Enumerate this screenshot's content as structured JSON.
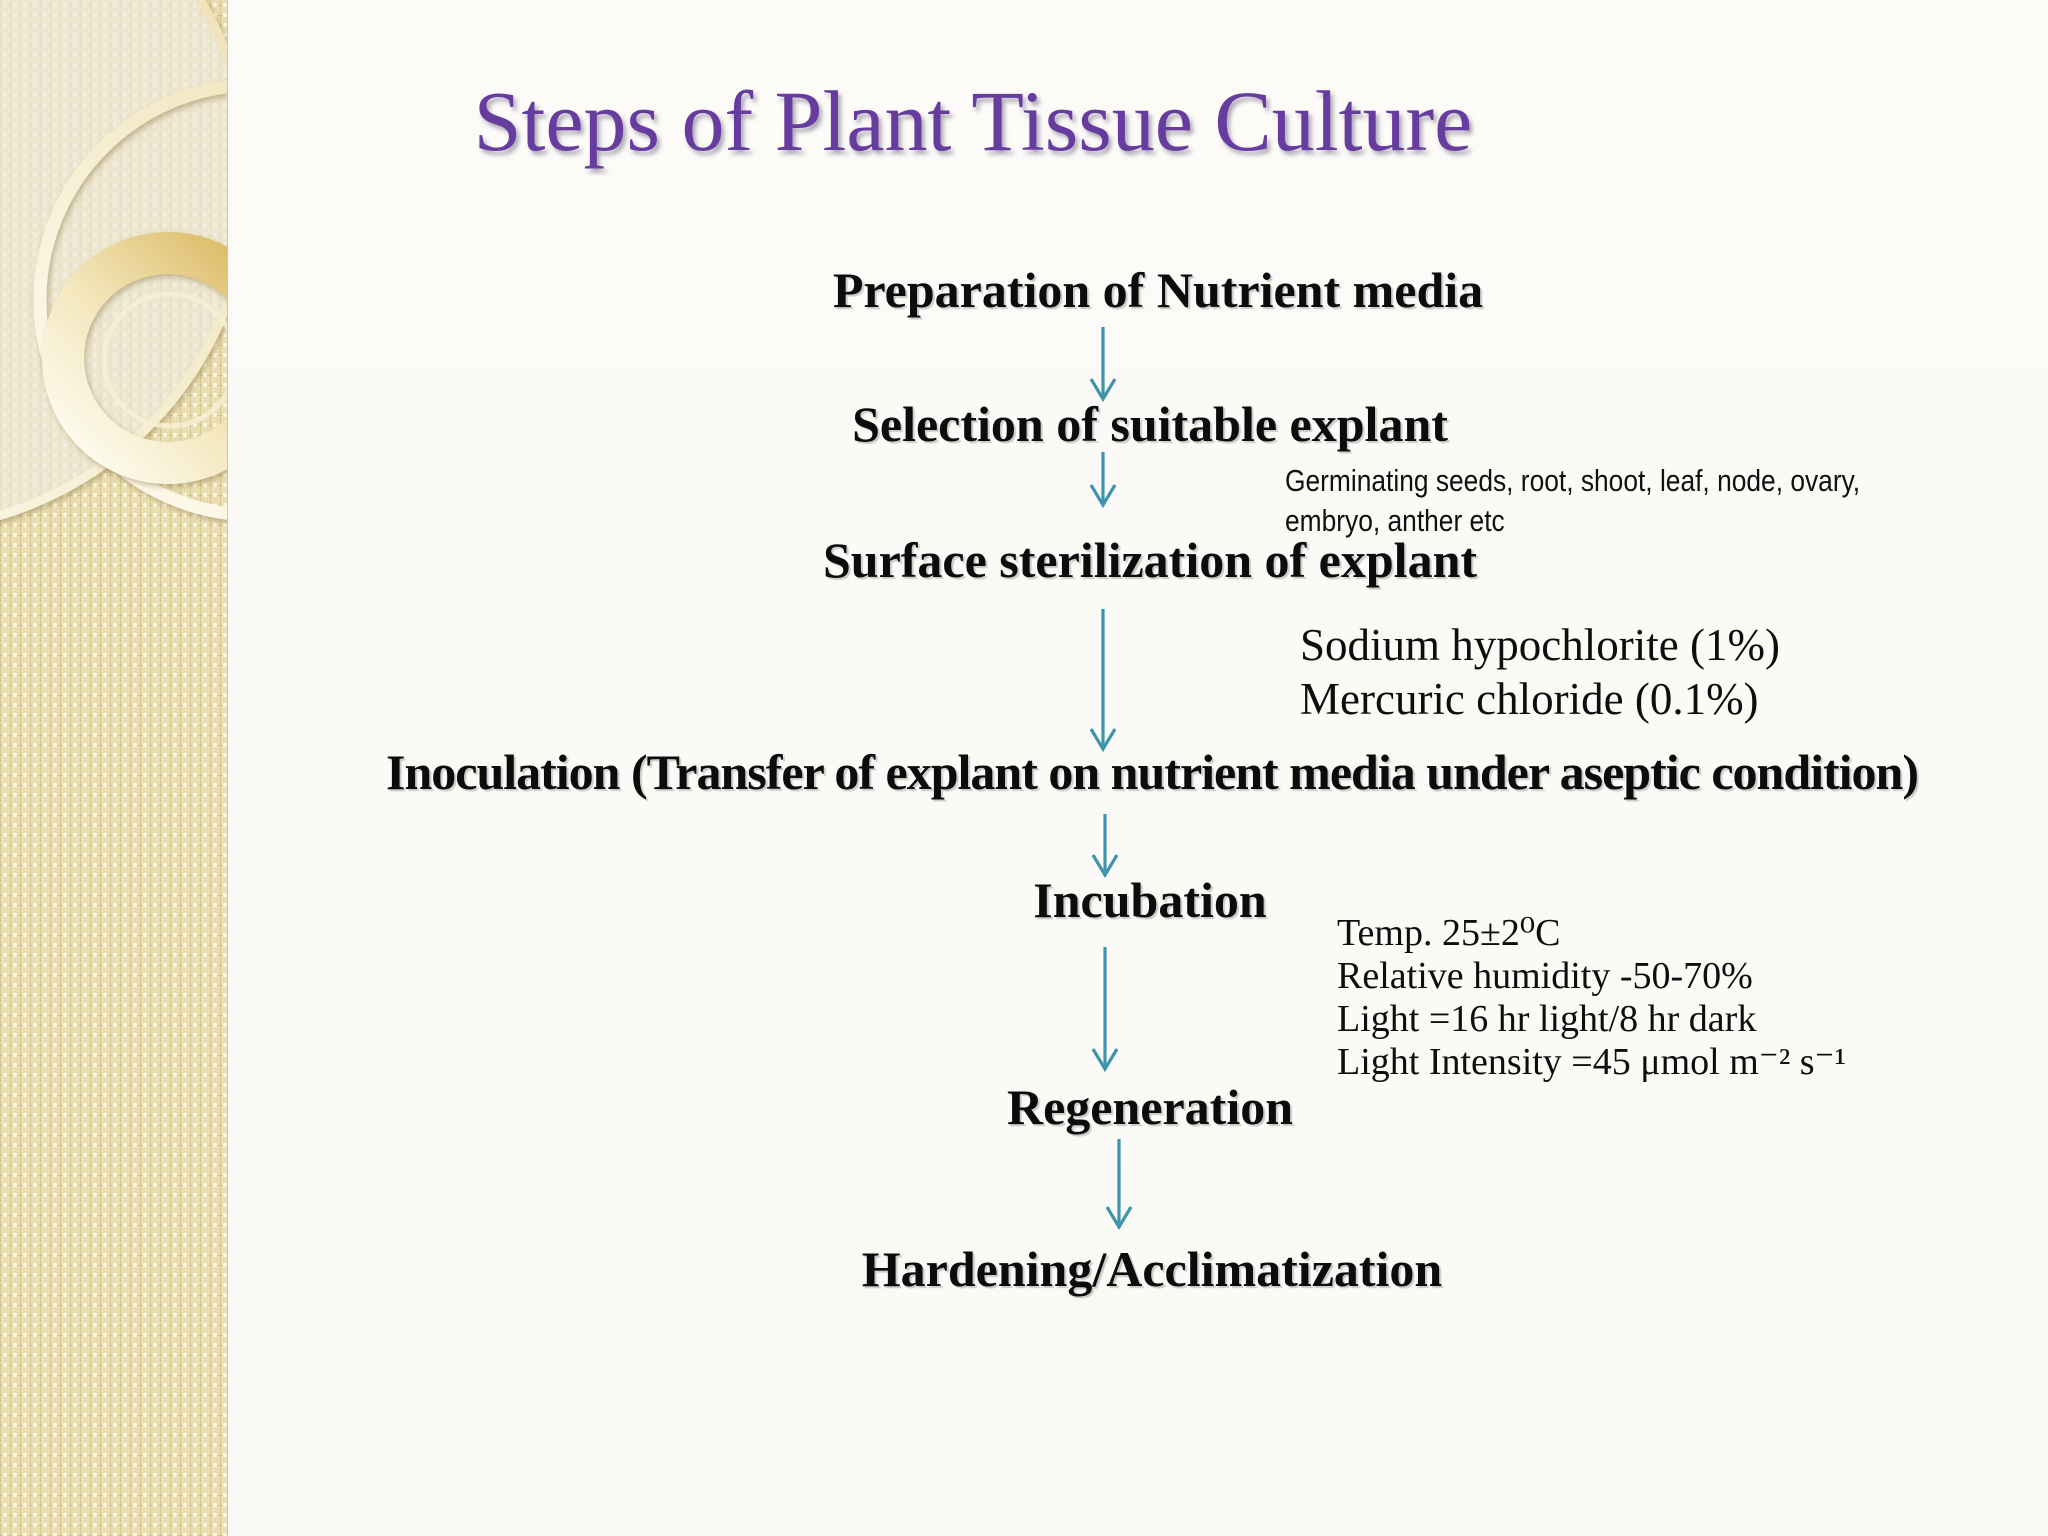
{
  "title": {
    "text": "Steps of Plant Tissue Culture"
  },
  "flow": {
    "steps": [
      {
        "label": "Preparation of Nutrient media"
      },
      {
        "label": "Selection of suitable explant"
      },
      {
        "label": "Surface sterilization of explant"
      },
      {
        "label": "Inoculation (Transfer of explant on nutrient media under aseptic condition)"
      },
      {
        "label": "Incubation"
      },
      {
        "label": "Regeneration"
      },
      {
        "label": "Hardening/Acclimatization"
      }
    ]
  },
  "annotations": {
    "explant_examples": {
      "line1": "Germinating seeds, root, shoot, leaf, node, ovary,",
      "line2": "embryo, anther etc"
    },
    "sterilization_agents": {
      "line1": "Sodium hypochlorite (1%)",
      "line2": "Mercuric chloride (0.1%)"
    },
    "incubation_conditions": {
      "line1": "Temp. 25±2⁰C",
      "line2": "Relative humidity -50-70%",
      "line3": "Light =16 hr light/8 hr dark",
      "line4": "Light Intensity =45 μmol m⁻² s⁻¹"
    }
  },
  "colors": {
    "title_purple": "#663c9f",
    "arrow_teal": "#3e95ab",
    "step_text": "#0c0c0c",
    "sidebar_tan": "#e9deb2",
    "ring_gold": "#d9b45a",
    "ring_cream": "#fffdf2"
  }
}
